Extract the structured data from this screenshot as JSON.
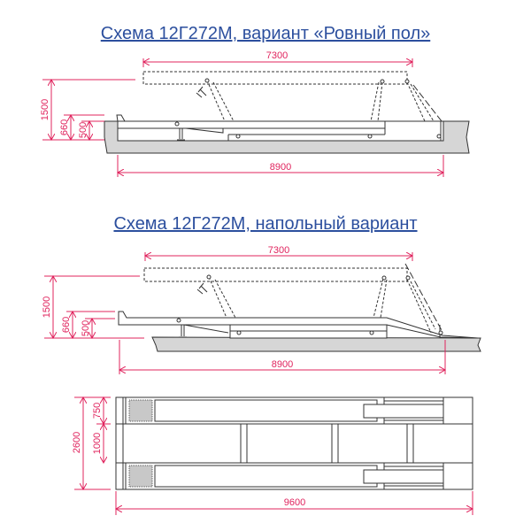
{
  "titles": {
    "scheme1": "Схема 12Г272М, вариант «Ровный пол»",
    "scheme2": "Схема 12Г272М, напольный вариант"
  },
  "scheme1_dims": {
    "top_length": "7300",
    "lift_height": "1500",
    "h660": "660",
    "h500": "500",
    "total_length": "8900"
  },
  "scheme2_dims": {
    "top_length": "7300",
    "lift_height": "1500",
    "h660": "660",
    "h500": "500",
    "total_length": "8900"
  },
  "plan_dims": {
    "total_width": "2600",
    "rail_width": "750",
    "gap_width": "1000",
    "total_length": "9600"
  },
  "colors": {
    "title": "#2c4f9e",
    "dimension": "#e0245e",
    "ground": "#d6d6d6"
  }
}
